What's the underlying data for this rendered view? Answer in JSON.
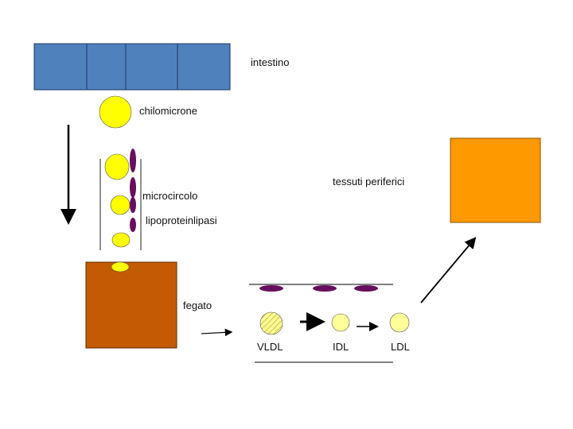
{
  "labels": {
    "intestino": "intestino",
    "chilomicrone": "chilomicrone",
    "microcircolo": "microcircolo",
    "lipoproteinlipasi": "lipoproteinlipasi",
    "tessuti_periferici": "tessuti periferici",
    "fegato": "fegato",
    "vldl": "VLDL",
    "idl": "IDL",
    "ldl": "LDL"
  },
  "colors": {
    "intestine_blue": "#4f81bd",
    "lipoprotein_yellow": "#ffff00",
    "lipase_purple": "#66105e",
    "liver_brown": "#c55a05",
    "tissue_orange": "#ff9900",
    "small_particle_fill": "#ffff99"
  }
}
